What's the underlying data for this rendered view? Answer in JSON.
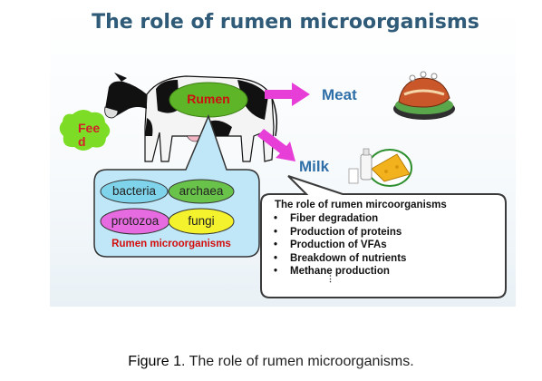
{
  "title": "The role of rumen microorganisms",
  "diagram": {
    "rumen_label": "Rumen",
    "feed_label": "Fee d",
    "meat_label": "Meat",
    "milk_label": "Milk",
    "microbes": [
      "bacteria",
      "archaea",
      "protozoa",
      "fungi"
    ],
    "microbes_caption": "Rumen microorganisms",
    "roles_title": "The role of rumen mircoorganisms",
    "roles": [
      "Fiber degradation",
      "Production of proteins",
      "Production of VFAs",
      "Breakdown of nutrients",
      "Methane production"
    ],
    "continuation": "⋮",
    "colors": {
      "title": "#2f5a78",
      "arrow": "#e83ed8",
      "rumen_fill": "#5fb528",
      "feed_fill": "#7ddc25",
      "bubble_fill": "#bfe7f7",
      "bacteria": "#7fd3ea",
      "archaea": "#69c24a",
      "protozoa": "#e76be0",
      "fungi": "#f4f12d"
    }
  },
  "caption": {
    "label": "Figure 1",
    "text": ". The role of rumen microorganisms."
  }
}
